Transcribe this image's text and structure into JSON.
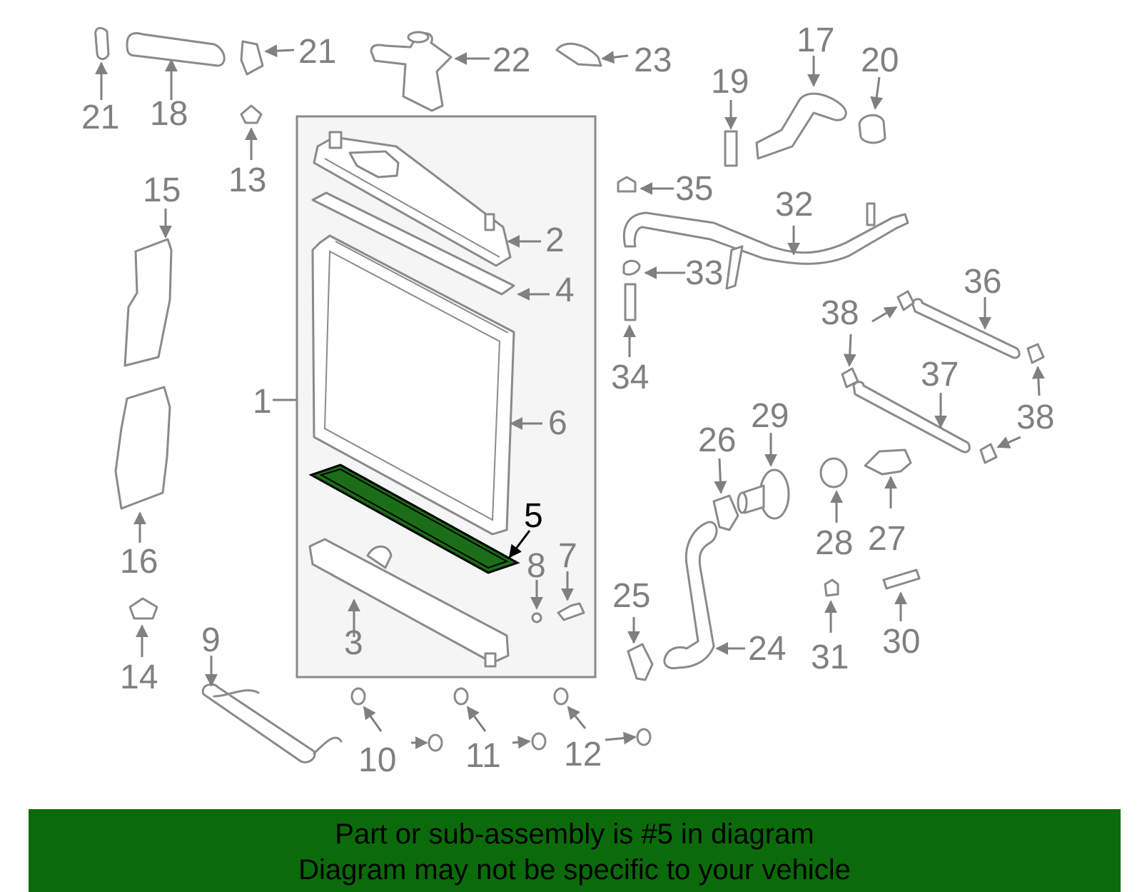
{
  "diagram": {
    "highlight_color": "#1b6e17",
    "highlighted_part": "5",
    "labels": {
      "p1": "1",
      "p2": "2",
      "p3": "3",
      "p4": "4",
      "p5": "5",
      "p6": "6",
      "p7": "7",
      "p8": "8",
      "p9": "9",
      "p10": "10",
      "p11": "11",
      "p12": "12",
      "p13": "13",
      "p14": "14",
      "p15": "15",
      "p16": "16",
      "p17": "17",
      "p18": "18",
      "p19": "19",
      "p20": "20",
      "p21a": "21",
      "p21b": "21",
      "p22": "22",
      "p23": "23",
      "p24": "24",
      "p25": "25",
      "p26": "26",
      "p27": "27",
      "p28": "28",
      "p29": "29",
      "p30": "30",
      "p31": "31",
      "p32": "32",
      "p33": "33",
      "p34": "34",
      "p35": "35",
      "p36": "36",
      "p37": "37",
      "p38a": "38",
      "p38b": "38",
      "p38c": "38"
    }
  },
  "banner": {
    "background": "#0b6b0b",
    "line1": "Part or sub-assembly is #5 in diagram",
    "line2": "Diagram may not be specific to your vehicle"
  }
}
